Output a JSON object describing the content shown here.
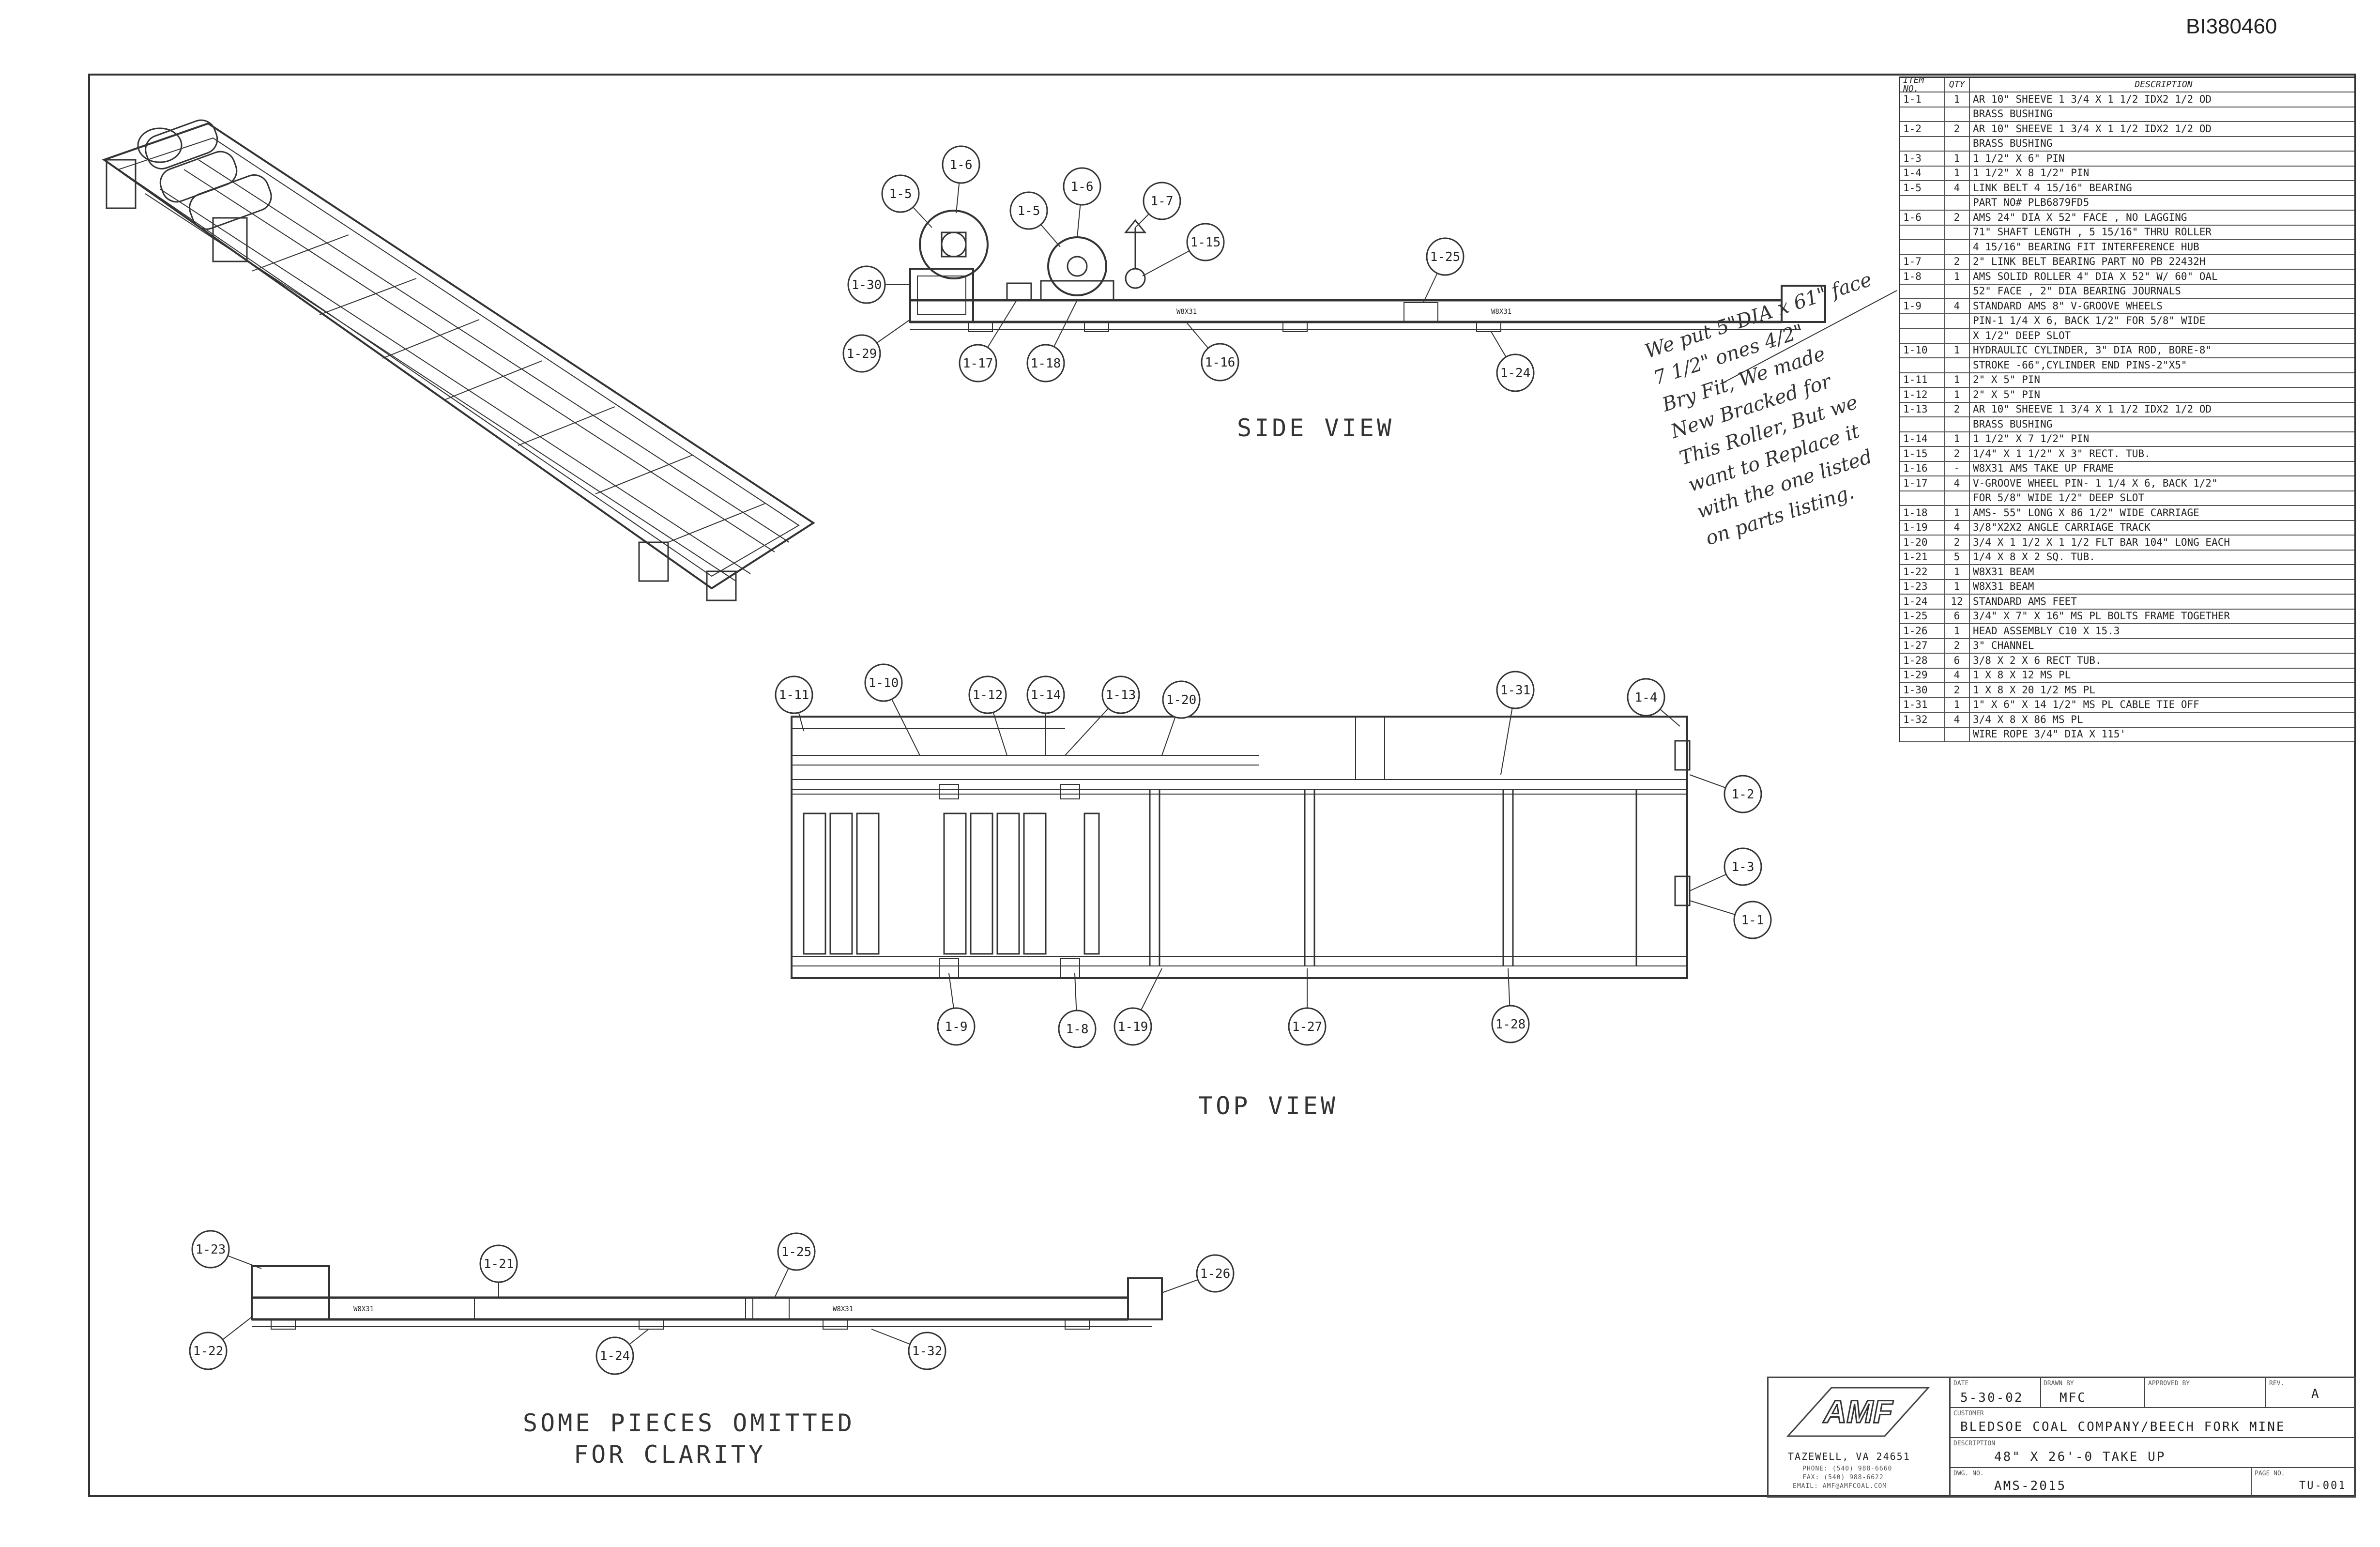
{
  "document_id": "BI380460",
  "views": {
    "side": "SIDE VIEW",
    "top": "TOP VIEW",
    "section": "SOME PIECES OMITTED",
    "section_line2": "FOR CLARITY"
  },
  "beam_labels": {
    "side_left": "W8X31",
    "side_right": "W8X31",
    "sec_left": "W8X31",
    "sec_right": "W8X31"
  },
  "callouts": {
    "c1_1": "1-1",
    "c1_2": "1-2",
    "c1_3": "1-3",
    "c1_4": "1-4",
    "c1_5a": "1-5",
    "c1_5b": "1-5",
    "c1_6a": "1-6",
    "c1_6b": "1-6",
    "c1_7": "1-7",
    "c1_8": "1-8",
    "c1_9": "1-9",
    "c1_10": "1-10",
    "c1_11": "1-11",
    "c1_12": "1-12",
    "c1_13": "1-13",
    "c1_14": "1-14",
    "c1_15": "1-15",
    "c1_16": "1-16",
    "c1_17": "1-17",
    "c1_18": "1-18",
    "c1_19": "1-19",
    "c1_20": "1-20",
    "c1_21": "1-21",
    "c1_22": "1-22",
    "c1_23": "1-23",
    "c1_24a": "1-24",
    "c1_24b": "1-24",
    "c1_25a": "1-25",
    "c1_25b": "1-25",
    "c1_26": "1-26",
    "c1_27": "1-27",
    "c1_28": "1-28",
    "c1_29": "1-29",
    "c1_30": "1-30",
    "c1_31": "1-31",
    "c1_32": "1-32"
  },
  "bom": {
    "headers": {
      "item": "ITEM NO.",
      "qty": "QTY",
      "desc": "DESCRIPTION"
    },
    "rows": [
      {
        "item": "1-1",
        "qty": "1",
        "desc": "AR 10\" SHEEVE 1 3/4 X 1 1/2 IDX2 1/2 OD"
      },
      {
        "item": "",
        "qty": "",
        "desc": "BRASS BUSHING"
      },
      {
        "item": "1-2",
        "qty": "2",
        "desc": "AR 10\" SHEEVE 1 3/4 X 1 1/2 IDX2 1/2 OD"
      },
      {
        "item": "",
        "qty": "",
        "desc": "BRASS BUSHING"
      },
      {
        "item": "1-3",
        "qty": "1",
        "desc": "1 1/2\" X 6\" PIN"
      },
      {
        "item": "1-4",
        "qty": "1",
        "desc": "1 1/2\" X 8 1/2\" PIN"
      },
      {
        "item": "1-5",
        "qty": "4",
        "desc": "LINK BELT 4 15/16\" BEARING"
      },
      {
        "item": "",
        "qty": "",
        "desc": "PART NO# PLB6879FD5"
      },
      {
        "item": "1-6",
        "qty": "2",
        "desc": "AMS 24\" DIA X 52\" FACE , NO LAGGING"
      },
      {
        "item": "",
        "qty": "",
        "desc": "71\" SHAFT LENGTH , 5 15/16\" THRU ROLLER"
      },
      {
        "item": "",
        "qty": "",
        "desc": "4 15/16\" BEARING FIT INTERFERENCE HUB"
      },
      {
        "item": "1-7",
        "qty": "2",
        "desc": "2\" LINK BELT BEARING PART NO PB 22432H"
      },
      {
        "item": "1-8",
        "qty": "1",
        "desc": "AMS SOLID ROLLER 4\" DIA X 52\" W/ 60\" OAL"
      },
      {
        "item": "",
        "qty": "",
        "desc": "52\" FACE , 2\" DIA BEARING JOURNALS"
      },
      {
        "item": "1-9",
        "qty": "4",
        "desc": "STANDARD AMS 8\" V-GROOVE WHEELS"
      },
      {
        "item": "",
        "qty": "",
        "desc": "PIN-1 1/4 X 6, BACK 1/2\" FOR 5/8\" WIDE"
      },
      {
        "item": "",
        "qty": "",
        "desc": "X 1/2\" DEEP SLOT"
      },
      {
        "item": "1-10",
        "qty": "1",
        "desc": "HYDRAULIC CYLINDER, 3\" DIA ROD, BORE-8\""
      },
      {
        "item": "",
        "qty": "",
        "desc": "STROKE -66\",CYLINDER END PINS-2\"X5\""
      },
      {
        "item": "1-11",
        "qty": "1",
        "desc": "2\" X 5\" PIN"
      },
      {
        "item": "1-12",
        "qty": "1",
        "desc": "2\" X 5\" PIN"
      },
      {
        "item": "1-13",
        "qty": "2",
        "desc": "AR 10\" SHEEVE 1 3/4 X 1 1/2 IDX2 1/2 OD"
      },
      {
        "item": "",
        "qty": "",
        "desc": "BRASS BUSHING"
      },
      {
        "item": "1-14",
        "qty": "1",
        "desc": "1 1/2\" X 7 1/2\" PIN"
      },
      {
        "item": "1-15",
        "qty": "2",
        "desc": "1/4\" X 1 1/2\" X 3\" RECT. TUB."
      },
      {
        "item": "1-16",
        "qty": "-",
        "desc": "W8X31 AMS TAKE UP FRAME"
      },
      {
        "item": "1-17",
        "qty": "4",
        "desc": "V-GROOVE WHEEL PIN- 1 1/4 X 6, BACK 1/2\""
      },
      {
        "item": "",
        "qty": "",
        "desc": "FOR 5/8\" WIDE 1/2\" DEEP SLOT"
      },
      {
        "item": "1-18",
        "qty": "1",
        "desc": "AMS- 55\" LONG X 86 1/2\" WIDE CARRIAGE"
      },
      {
        "item": "1-19",
        "qty": "4",
        "desc": "3/8\"X2X2 ANGLE CARRIAGE TRACK"
      },
      {
        "item": "1-20",
        "qty": "2",
        "desc": "3/4 X 1 1/2 X 1 1/2 FLT BAR 104\" LONG EACH"
      },
      {
        "item": "1-21",
        "qty": "5",
        "desc": "1/4 X 8 X 2 SQ. TUB."
      },
      {
        "item": "1-22",
        "qty": "1",
        "desc": "W8X31 BEAM"
      },
      {
        "item": "1-23",
        "qty": "1",
        "desc": "W8X31 BEAM"
      },
      {
        "item": "1-24",
        "qty": "12",
        "desc": "STANDARD AMS FEET"
      },
      {
        "item": "1-25",
        "qty": "6",
        "desc": "3/4\" X 7\" X 16\" MS PL BOLTS FRAME TOGETHER"
      },
      {
        "item": "1-26",
        "qty": "1",
        "desc": "HEAD ASSEMBLY C10 X 15.3"
      },
      {
        "item": "1-27",
        "qty": "2",
        "desc": "3\" CHANNEL"
      },
      {
        "item": "1-28",
        "qty": "6",
        "desc": "3/8 X 2 X 6 RECT TUB."
      },
      {
        "item": "1-29",
        "qty": "4",
        "desc": "1 X 8 X 12 MS PL"
      },
      {
        "item": "1-30",
        "qty": "2",
        "desc": "1 X 8 X 20 1/2 MS PL"
      },
      {
        "item": "1-31",
        "qty": "1",
        "desc": "1\" X 6\" X 14 1/2\" MS PL CABLE TIE OFF"
      },
      {
        "item": "1-32",
        "qty": "4",
        "desc": "3/4 X 8 X 86 MS PL"
      },
      {
        "item": "",
        "qty": "",
        "desc": "WIRE ROPE 3/4\" DIA X 115'"
      }
    ]
  },
  "handwritten_note": [
    "We put 5\"DIA x 61\" face",
    "7 1/2\" ones 4/2\"",
    "Bry Fit, We made",
    "New Bracked for",
    "This Roller, But we",
    "want to Replace it",
    "with the one listed",
    "on parts listing."
  ],
  "title_block": {
    "logo_text": "AMF",
    "company_line1": "TAZEWELL, VA 24651",
    "company_line2": "PHONE: (540) 988-6660",
    "company_line3": "FAX: (540) 988-6622",
    "company_line4": "EMAIL: AMF@AMFCOAL.COM",
    "date_label": "DATE",
    "date": "5-30-02",
    "drawn_label": "DRAWN BY",
    "drawn_by": "MFC",
    "approved_label": "APPROVED BY",
    "approved_by": "",
    "rev_label": "REV.",
    "rev": "A",
    "customer_label": "CUSTOMER",
    "customer": "BLEDSOE COAL COMPANY/BEECH FORK MINE",
    "description_label": "DESCRIPTION",
    "description": "48\" X 26'-0 TAKE UP",
    "dwg_label": "DWG. NO.",
    "dwg_no": "AMS-2015",
    "page_label": "PAGE NO.",
    "page_no": "TU-001"
  }
}
